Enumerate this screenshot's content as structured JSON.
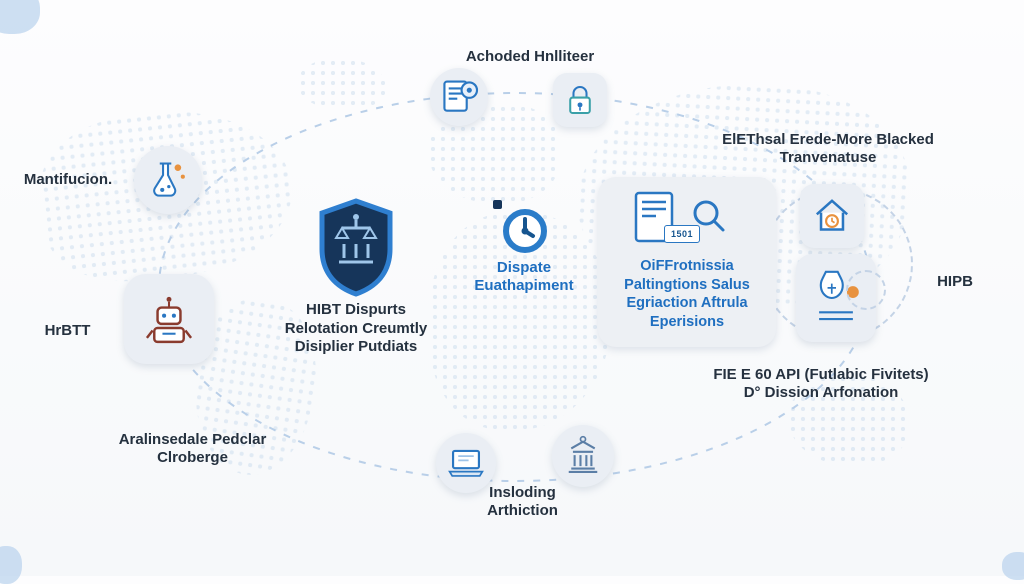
{
  "colors": {
    "background": "#f8fafc",
    "map_dot": "#cfdfef",
    "dashed_line": "#b9cfe8",
    "dark_text": "#25313f",
    "blue_text": "#1f6fc0",
    "icon_blue": "#2a77c2",
    "icon_dark_blue": "#16558f",
    "shield_fill": "#16355a",
    "shield_border": "#2f7fd0",
    "node_background": "#eaeef4",
    "accent_orange": "#e8923f",
    "accent_teal": "#3aa0a8",
    "robot_maroon": "#8a3b2e"
  },
  "texts": {
    "top": "Achoded Hnlliteer",
    "left": "Mantifucion.",
    "left_mid": "HrBTT",
    "center": [
      "HIBT Dispurts",
      "Relotation Creumtly",
      "Disiplier Putdiats"
    ],
    "dispute": [
      "Dispate",
      "Euathapiment"
    ],
    "panel": [
      "OiFFrotnissia",
      "Paltingtions Salus",
      "Egriaction Aftrula",
      "Eperisions"
    ],
    "panel_badge": "1501",
    "right": "HIPB",
    "top_right": [
      "ElEThsal Erede-More Blacked",
      "Tranvenatuse"
    ],
    "mid_right": [
      "FIE E 60 API (Futlabic Fivitets)",
      "D° Dission Arfonation"
    ],
    "bottom_left": [
      "Aralinsedale Pedclar",
      "Clroberge"
    ],
    "bottom": [
      "Insloding",
      "Arthiction"
    ]
  },
  "icons": {
    "top_pair": [
      "document-chat-icon",
      "lock-icon"
    ],
    "left": [
      "flask-icon",
      "robot-icon"
    ],
    "center": [
      "shield-justice-icon",
      "gauge-icon"
    ],
    "panel": [
      "document-search-icon",
      "magnifier-icon"
    ],
    "right": [
      "house-clock-icon",
      "market-items-icon"
    ],
    "bottom": [
      "laptop-icon",
      "court-building-icon"
    ]
  }
}
